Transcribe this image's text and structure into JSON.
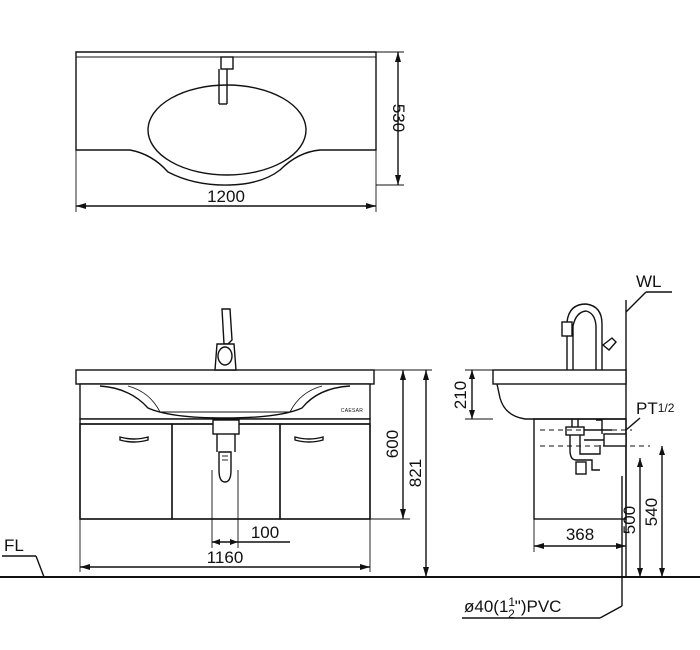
{
  "top_view": {
    "width_label": "1200",
    "depth_label": "530"
  },
  "front_view": {
    "brand": "CAESAR",
    "center_offset_label": "100",
    "cabinet_width_label": "1160",
    "height_label": "600",
    "total_height_label": "821"
  },
  "side_view": {
    "wall_line_label": "WL",
    "basin_height_label": "210",
    "trap_label": "PT1/2",
    "pt_main": "PT",
    "pt_sub": "1/2",
    "depth_label": "368",
    "drain_height_label": "500",
    "supply_height_label": "540"
  },
  "floor_label": "FL",
  "pipe_label": {
    "full": "ø40(1½\")PVC",
    "prefix": "ø40(1",
    "whole": "1",
    "numerator": "1",
    "denominator": "2",
    "suffix": "\")PVC"
  }
}
